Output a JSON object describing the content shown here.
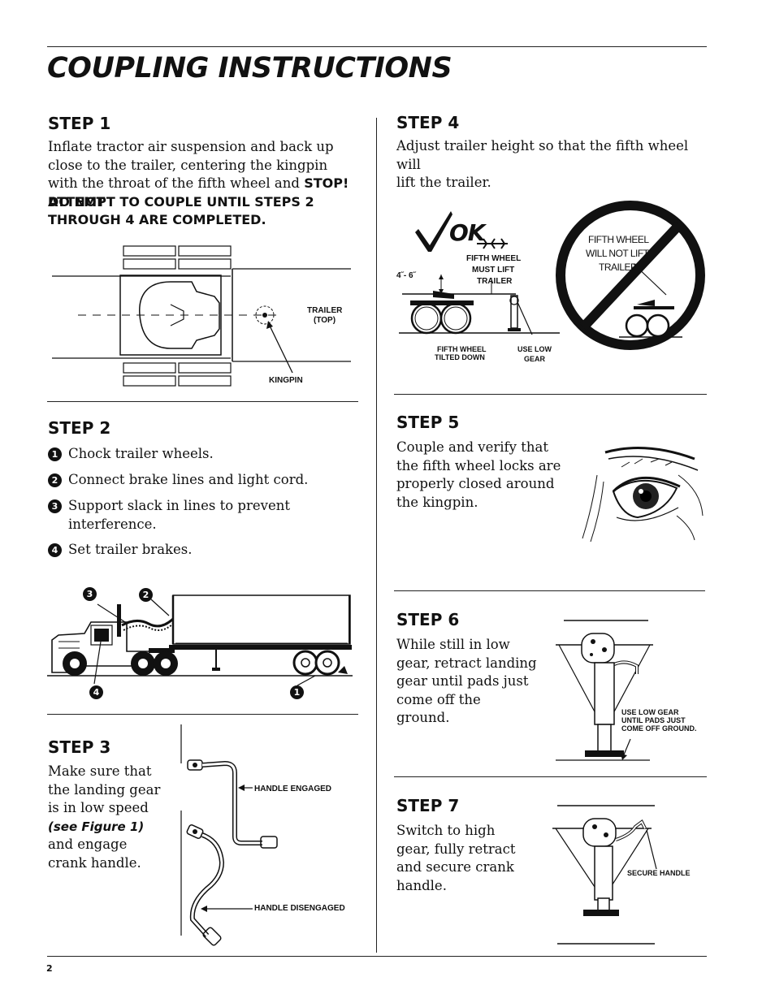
{
  "title": "COUPLING INSTRUCTIONS",
  "page_number": "2",
  "step1": {
    "heading": "STEP 1",
    "text": "Inflate tractor air suspension and back up close to the trailer, centering the kingpin with the throat of the fifth wheel and",
    "warning_line1": "STOP! DO NOT",
    "warning_line2": "ATTEMPT TO COUPLE UNTIL STEPS 2",
    "warning_line3": "THROUGH 4 ARE COMPLETED.",
    "label_trailer": "TRAILER",
    "label_top": "(TOP)",
    "label_kingpin": "KINGPIN"
  },
  "step2": {
    "heading": "STEP 2",
    "items": [
      {
        "num": "1",
        "text": "Chock trailer wheels."
      },
      {
        "num": "2",
        "text": "Connect brake lines and light cord."
      },
      {
        "num": "3",
        "text_line1": "Support slack in lines to prevent",
        "text_line2": "interference."
      },
      {
        "num": "4",
        "text": "Set trailer brakes."
      }
    ],
    "callouts": [
      "3",
      "2",
      "4",
      "1"
    ]
  },
  "step3": {
    "heading": "STEP 3",
    "text_line1": "Make sure that",
    "text_line2": "the landing gear",
    "text_line3": "is in low speed",
    "text_ref": "(see Figure 1)",
    "text_line5": "and engage",
    "text_line6": "crank handle.",
    "label_engaged": "HANDLE ENGAGED",
    "label_disengaged": "HANDLE DISENGAGED"
  },
  "step4": {
    "heading": "STEP 4",
    "text_line1": "Adjust trailer height so that the fifth wheel will",
    "text_line2": "lift the trailer.",
    "ok": "OK",
    "label_must_lift_1": "FIFTH WHEEL",
    "label_must_lift_2": "MUST LIFT",
    "label_must_lift_3": "TRAILER",
    "label_range": "4˝- 6˝",
    "label_tilted_1": "FIFTH  WHEEL",
    "label_tilted_2": "TILTED  DOWN",
    "label_low_1": "USE LOW",
    "label_low_2": "GEAR",
    "label_not_lift_1": "FIFTH WHEEL",
    "label_not_lift_2": "WILL NOT LIFT",
    "label_not_lift_3": "TRAILER"
  },
  "step5": {
    "heading": "STEP 5",
    "text_line1": "Couple and verify that",
    "text_line2": "the fifth wheel locks are",
    "text_line3": "properly closed around",
    "text_line4": "the kingpin."
  },
  "step6": {
    "heading": "STEP 6",
    "text_line1": "While still in low",
    "text_line2": "gear, retract landing",
    "text_line3": "gear until pads just",
    "text_line4": "come off the",
    "text_line5": "ground.",
    "label_1": "USE LOW GEAR",
    "label_2": "UNTIL PADS JUST",
    "label_3": "COME OFF GROUND."
  },
  "step7": {
    "heading": "STEP 7",
    "text_line1": "Switch to high",
    "text_line2": "gear, fully retract",
    "text_line3": "and secure crank",
    "text_line4": "handle.",
    "label": "SECURE HANDLE"
  }
}
